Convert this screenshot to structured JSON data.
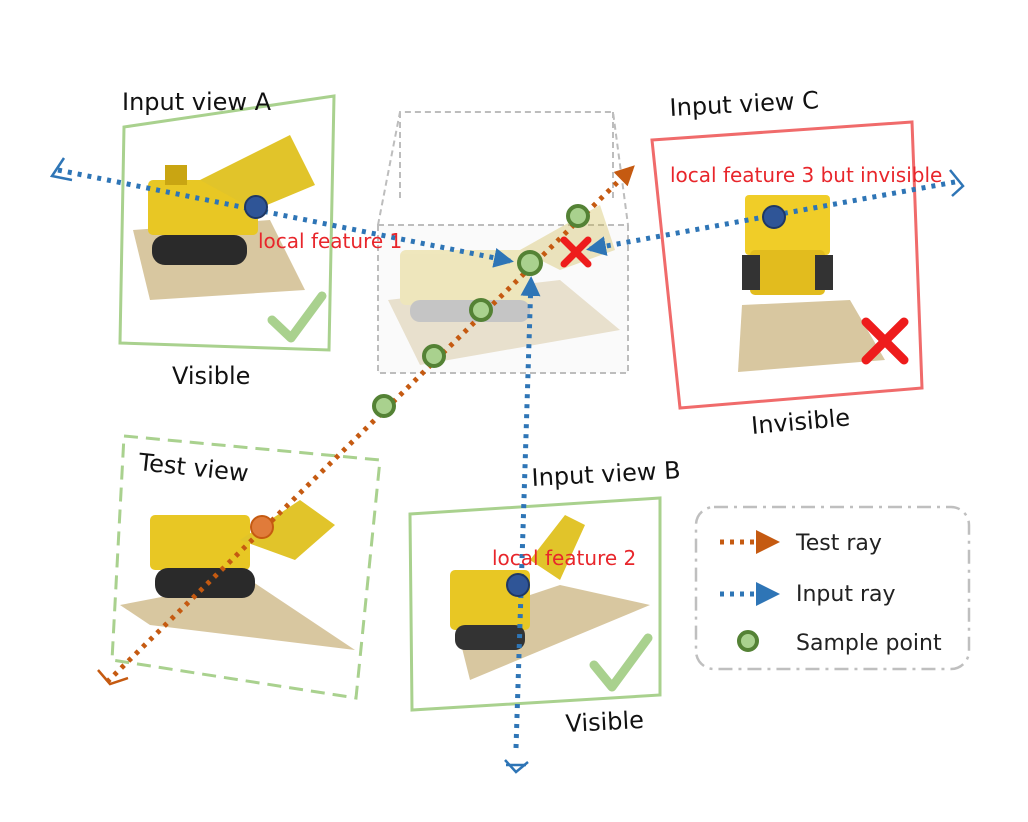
{
  "labels": {
    "input_view_a": "Input view A",
    "input_view_b": "Input view B",
    "input_view_c": "Input view C",
    "test_view": "Test view",
    "visible_a": "Visible",
    "visible_b": "Visible",
    "invisible_c": "Invisible",
    "local_feature_1": "local feature 1",
    "local_feature_2": "local feature 2",
    "local_feature_3": "local feature 3 but invisible"
  },
  "legend": {
    "test_ray": "Test ray",
    "input_ray": "Input ray",
    "sample_point": "Sample point"
  },
  "colors": {
    "test_ray": "#c55a11",
    "input_ray": "#2e75b6",
    "sample_point_fill": "#a9d18e",
    "sample_point_stroke": "#548235",
    "feature_point": "#2f5597",
    "view_frame_green": "#a9d18e",
    "view_frame_red": "#f06b6b",
    "cross_red": "#ee1c1c",
    "check_green": "#a9d18e"
  }
}
